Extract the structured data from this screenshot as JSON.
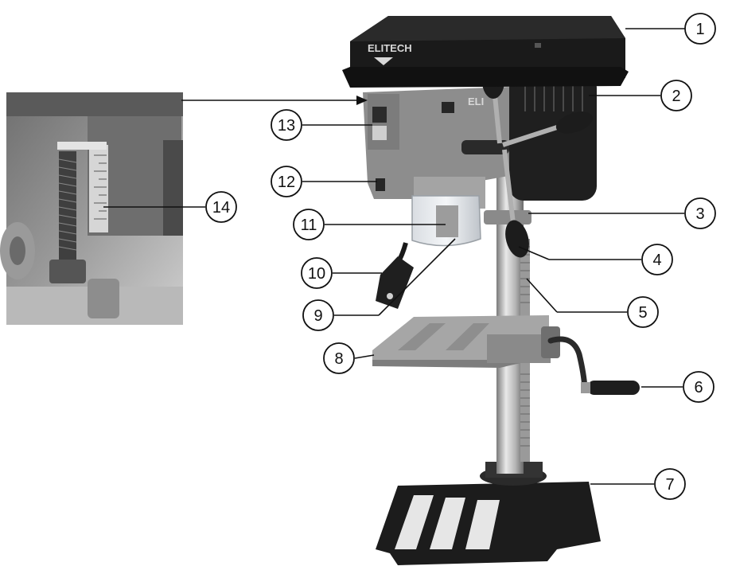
{
  "brand": {
    "name": "ELITECH",
    "partial_name": "ELI"
  },
  "callouts": [
    {
      "id": "1",
      "label": "1"
    },
    {
      "id": "2",
      "label": "2"
    },
    {
      "id": "3",
      "label": "3"
    },
    {
      "id": "4",
      "label": "4"
    },
    {
      "id": "5",
      "label": "5"
    },
    {
      "id": "6",
      "label": "6"
    },
    {
      "id": "7",
      "label": "7"
    },
    {
      "id": "8",
      "label": "8"
    },
    {
      "id": "9",
      "label": "9"
    },
    {
      "id": "10",
      "label": "10"
    },
    {
      "id": "11",
      "label": "11"
    },
    {
      "id": "12",
      "label": "12"
    },
    {
      "id": "13",
      "label": "13"
    },
    {
      "id": "14",
      "label": "14"
    }
  ],
  "colors": {
    "housing_black": "#1b1b1b",
    "body_gray": "#8c8c8c",
    "table_gray": "#a9a9a9",
    "column_silver": "#c9c9c9",
    "line": "#111111"
  }
}
